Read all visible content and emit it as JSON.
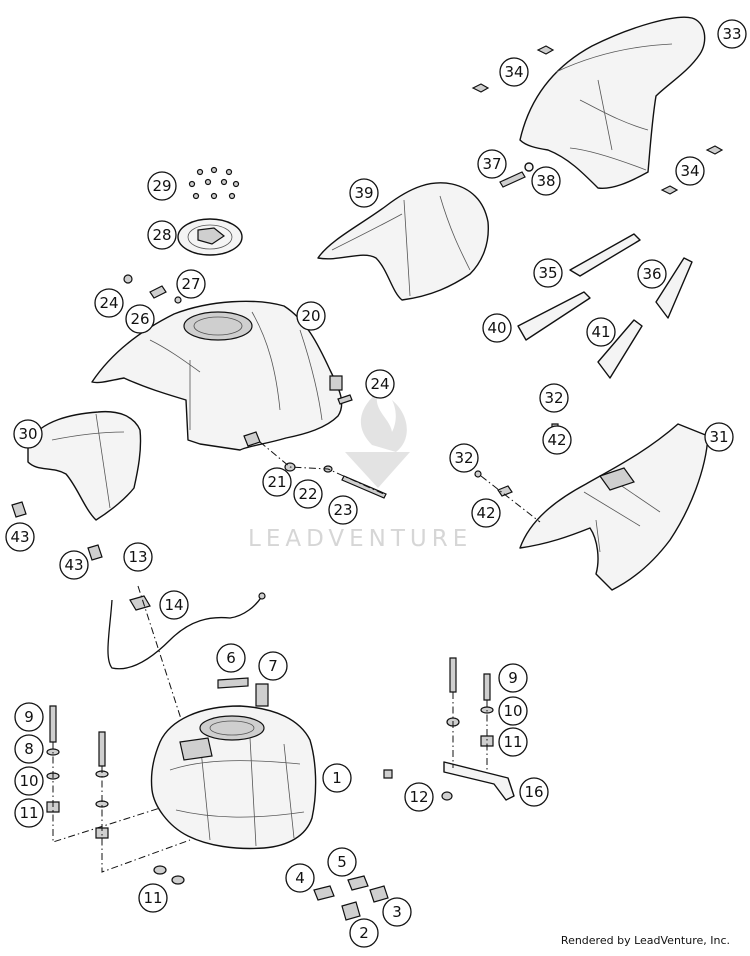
{
  "footer_credit": "Rendered by LeadVenture, Inc.",
  "watermark": "LEADVENTURE",
  "callouts": [
    {
      "label": "1"
    },
    {
      "label": "2"
    },
    {
      "label": "3"
    },
    {
      "label": "4"
    },
    {
      "label": "5"
    },
    {
      "label": "6"
    },
    {
      "label": "7"
    },
    {
      "label": "8"
    },
    {
      "label": "9"
    },
    {
      "label": "9"
    },
    {
      "label": "10"
    },
    {
      "label": "10"
    },
    {
      "label": "11"
    },
    {
      "label": "11"
    },
    {
      "label": "11"
    },
    {
      "label": "12"
    },
    {
      "label": "13"
    },
    {
      "label": "14"
    },
    {
      "label": "16"
    },
    {
      "label": "20"
    },
    {
      "label": "21"
    },
    {
      "label": "22"
    },
    {
      "label": "23"
    },
    {
      "label": "24"
    },
    {
      "label": "24"
    },
    {
      "label": "26"
    },
    {
      "label": "27"
    },
    {
      "label": "28"
    },
    {
      "label": "29"
    },
    {
      "label": "30"
    },
    {
      "label": "31"
    },
    {
      "label": "32"
    },
    {
      "label": "32"
    },
    {
      "label": "33"
    },
    {
      "label": "34"
    },
    {
      "label": "34"
    },
    {
      "label": "35"
    },
    {
      "label": "36"
    },
    {
      "label": "37"
    },
    {
      "label": "38"
    },
    {
      "label": "39"
    },
    {
      "label": "40"
    },
    {
      "label": "41"
    },
    {
      "label": "42"
    },
    {
      "label": "42"
    },
    {
      "label": "43"
    },
    {
      "label": "43"
    }
  ]
}
